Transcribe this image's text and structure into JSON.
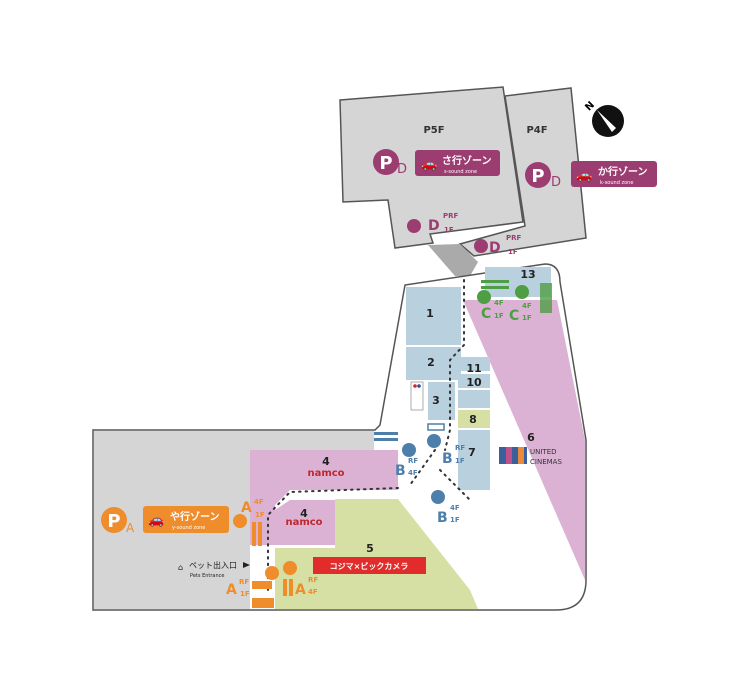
{
  "colors": {
    "parking": "#d5d5d5",
    "pink": "#dbb2d3",
    "blue": "#b9d0de",
    "green": "#d6e0a4",
    "zone_d": "#9c3d72",
    "zone_a": "#ef8c2b",
    "zone_c": "#4f9e45",
    "zone_b": "#4e7fab",
    "kojima": "#e22b2b"
  },
  "parking": {
    "p5": {
      "floor": "P5F",
      "letter": "P",
      "zone": "D",
      "zone_name": "さ行ゾーン",
      "zone_sub": "s-sound zone",
      "floors_top": "PRF",
      "floors_bottom": "1F"
    },
    "p4": {
      "floor": "P4F",
      "letter": "P",
      "zone": "D",
      "zone_name": "か行ゾーン",
      "zone_sub": "k-sound zone",
      "floors_top": "PRF",
      "floors_bottom": "1F"
    },
    "pa": {
      "letter": "P",
      "zone": "A",
      "zone_name": "や行ゾーン",
      "zone_sub": "y-sound zone"
    }
  },
  "compass": {
    "label": "N"
  },
  "stores": {
    "s1": "1",
    "s2": "2",
    "s3": "3",
    "s4a": "4",
    "s4b": "4",
    "s5": "5",
    "s6": "6",
    "s7": "7",
    "s8": "8",
    "s10": "10",
    "s11": "11",
    "s13": "13"
  },
  "brands": {
    "namco": "namco",
    "kojima": "コジマ×ビックカメラ",
    "cinema_1": "UNITED",
    "cinema_2": "CINEMAS"
  },
  "elevators": {
    "a_top": {
      "letter": "A",
      "top": "4F",
      "bottom": "1F"
    },
    "a_bottom_left": {
      "letter": "A",
      "top": "RF",
      "bottom": "1F"
    },
    "a_bottom_right": {
      "letter": "A",
      "top": "RF",
      "bottom": "4F"
    },
    "b_left": {
      "letter": "B",
      "top": "RF",
      "bottom": "4F"
    },
    "b_mid": {
      "letter": "B",
      "top": "RF",
      "bottom": "1F"
    },
    "b_bottom": {
      "letter": "B",
      "top": "4F",
      "bottom": "1F"
    },
    "c_left": {
      "letter": "C",
      "top": "4F",
      "bottom": "1F"
    },
    "c_right": {
      "letter": "C",
      "top": "4F",
      "bottom": "1F"
    }
  },
  "pet_entrance": {
    "label": "ペット出入口",
    "sub": "Pets Entrance"
  }
}
